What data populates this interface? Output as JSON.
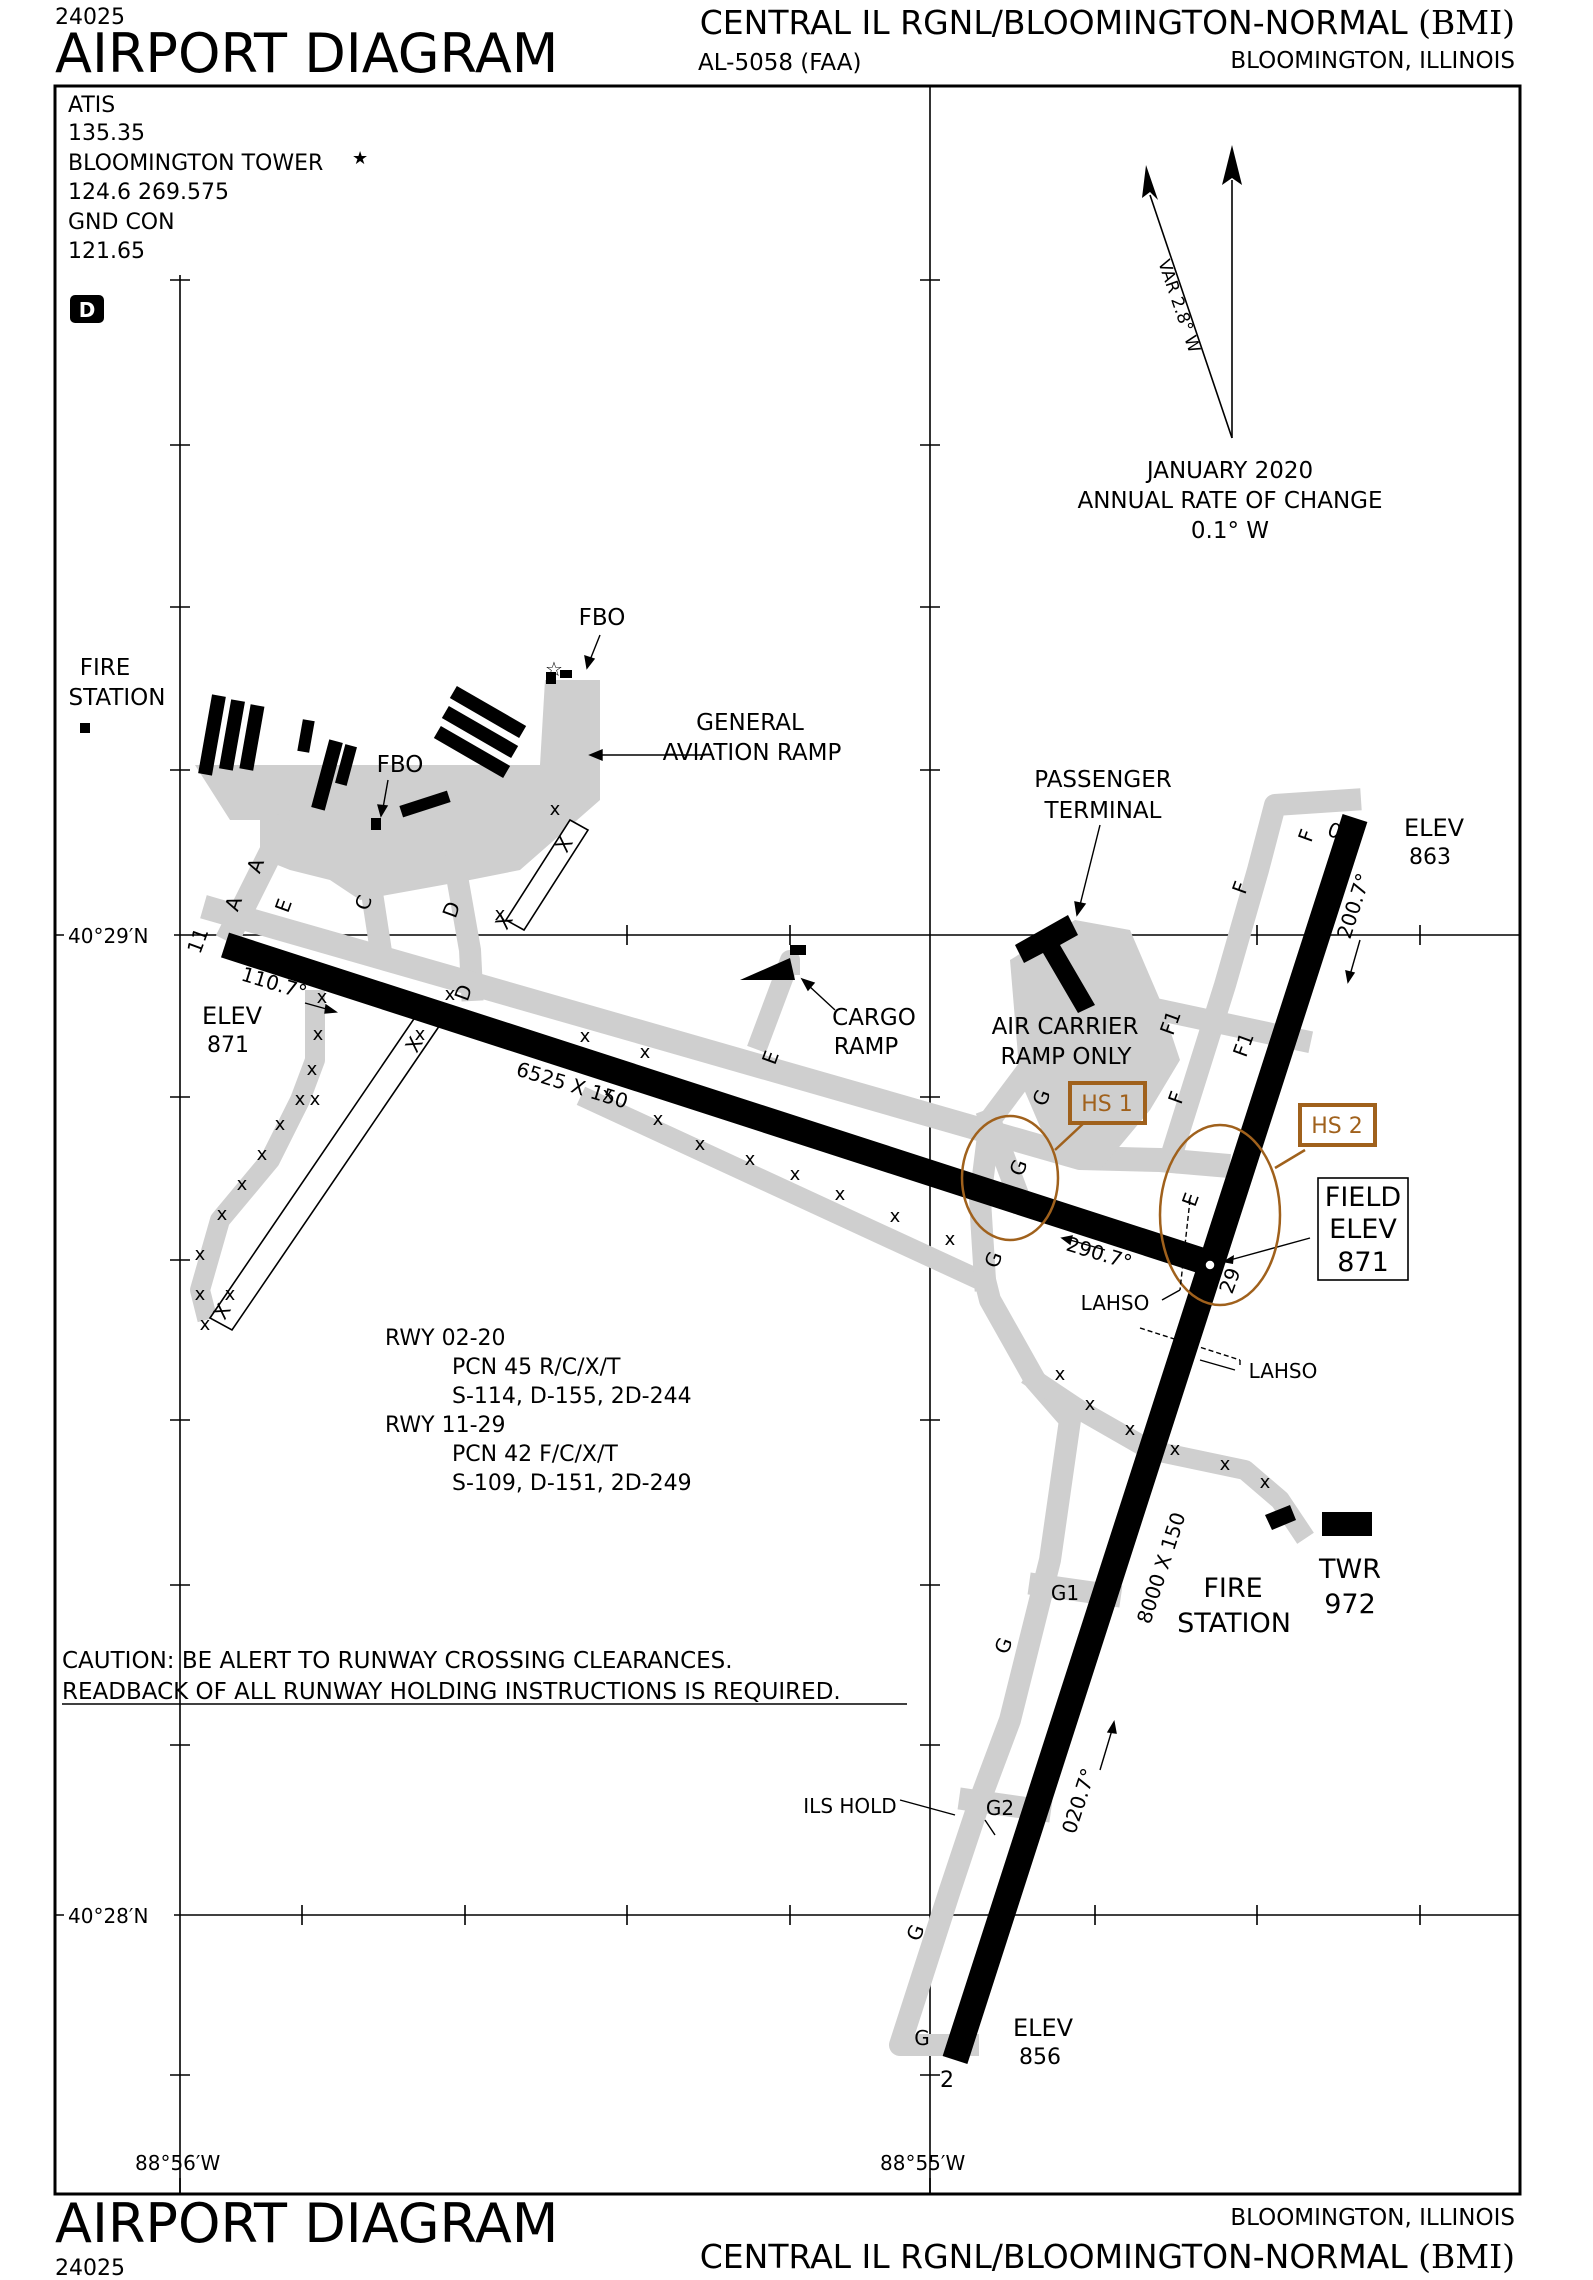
{
  "header": {
    "chart_number": "24025",
    "title": "AIRPORT DIAGRAM",
    "airport_name": "CENTRAL IL RGNL/BLOOMINGTON-NORMAL",
    "airport_id": "(BMI)",
    "procedure_id": "AL-5058 (FAA)",
    "location": "BLOOMINGTON, ILLINOIS"
  },
  "footer": {
    "chart_number": "24025",
    "title": "AIRPORT DIAGRAM",
    "airport_name": "CENTRAL IL RGNL/BLOOMINGTON-NORMAL",
    "airport_id": "(BMI)",
    "location": "BLOOMINGTON, ILLINOIS"
  },
  "frequencies": {
    "atis_label": "ATIS",
    "atis_freq": "135.35",
    "tower_label": "BLOOMINGTON TOWER",
    "tower_star": "★",
    "tower_freq": "124.6 269.575",
    "gnd_label": "GND CON",
    "gnd_freq": "121.65",
    "d_symbol": "D"
  },
  "magnetic": {
    "variation": "VAR 2.8° W",
    "date": "JANUARY 2020",
    "rate_label": "ANNUAL RATE OF CHANGE",
    "rate_value": "0.1° W"
  },
  "coordinates": {
    "lat_upper": "40°29′N",
    "lat_lower": "40°28′N",
    "lon_left": "88°56′W",
    "lon_right": "88°55′W"
  },
  "runway_11_29": {
    "end_11": "11",
    "end_29": "29",
    "heading_11": "110.7°",
    "heading_29": "290.7°",
    "dimensions": "6525 X 150",
    "elev_label": "ELEV",
    "elev_11": "871"
  },
  "runway_02_20": {
    "end_2": "2",
    "end_20": "20",
    "heading_02": "020.7°",
    "heading_20": "200.7°",
    "dimensions": "8000 X 150",
    "elev_label_20": "ELEV",
    "elev_20": "863",
    "elev_label_2": "ELEV",
    "elev_2": "856"
  },
  "field_elev": {
    "line1": "FIELD",
    "line2": "ELEV",
    "value": "871"
  },
  "hot_spots": [
    "HS 1",
    "HS 2"
  ],
  "taxiways": {
    "A": "A",
    "C": "C",
    "D": "D",
    "E": "E",
    "F": "F",
    "F1": "F1",
    "G": "G",
    "G1": "G1",
    "G2": "G2",
    "X": "X"
  },
  "features": {
    "fire_station_left_1": "FIRE",
    "fire_station_left_2": "STATION",
    "fbo": "FBO",
    "ga_ramp_1": "GENERAL",
    "ga_ramp_2": "AVIATION RAMP",
    "terminal_1": "PASSENGER",
    "terminal_2": "TERMINAL",
    "cargo_1": "CARGO",
    "cargo_2": "RAMP",
    "air_carrier_1": "AIR CARRIER",
    "air_carrier_2": "RAMP ONLY",
    "fire_station_right_1": "FIRE",
    "fire_station_right_2": "STATION",
    "twr_label": "TWR",
    "twr_elev": "972",
    "lahso": "LAHSO",
    "ils_hold": "ILS HOLD"
  },
  "pcn": {
    "rwy_02_20": "RWY 02-20",
    "rwy_02_20_pcn": "PCN 45 R/C/X/T",
    "rwy_02_20_weights": "S-114, D-155, 2D-244",
    "rwy_11_29": "RWY 11-29",
    "rwy_11_29_pcn": "PCN 42 F/C/X/T",
    "rwy_11_29_weights": "S-109, D-151, 2D-249"
  },
  "caution": {
    "line1": "CAUTION: BE ALERT TO RUNWAY CROSSING CLEARANCES.",
    "line2": "READBACK OF ALL RUNWAY HOLDING INSTRUCTIONS IS REQUIRED."
  },
  "colors": {
    "pavement": "#cfcfcf",
    "runway": "#000000",
    "hot_spot": "#a0611c",
    "frame": "#000000"
  }
}
